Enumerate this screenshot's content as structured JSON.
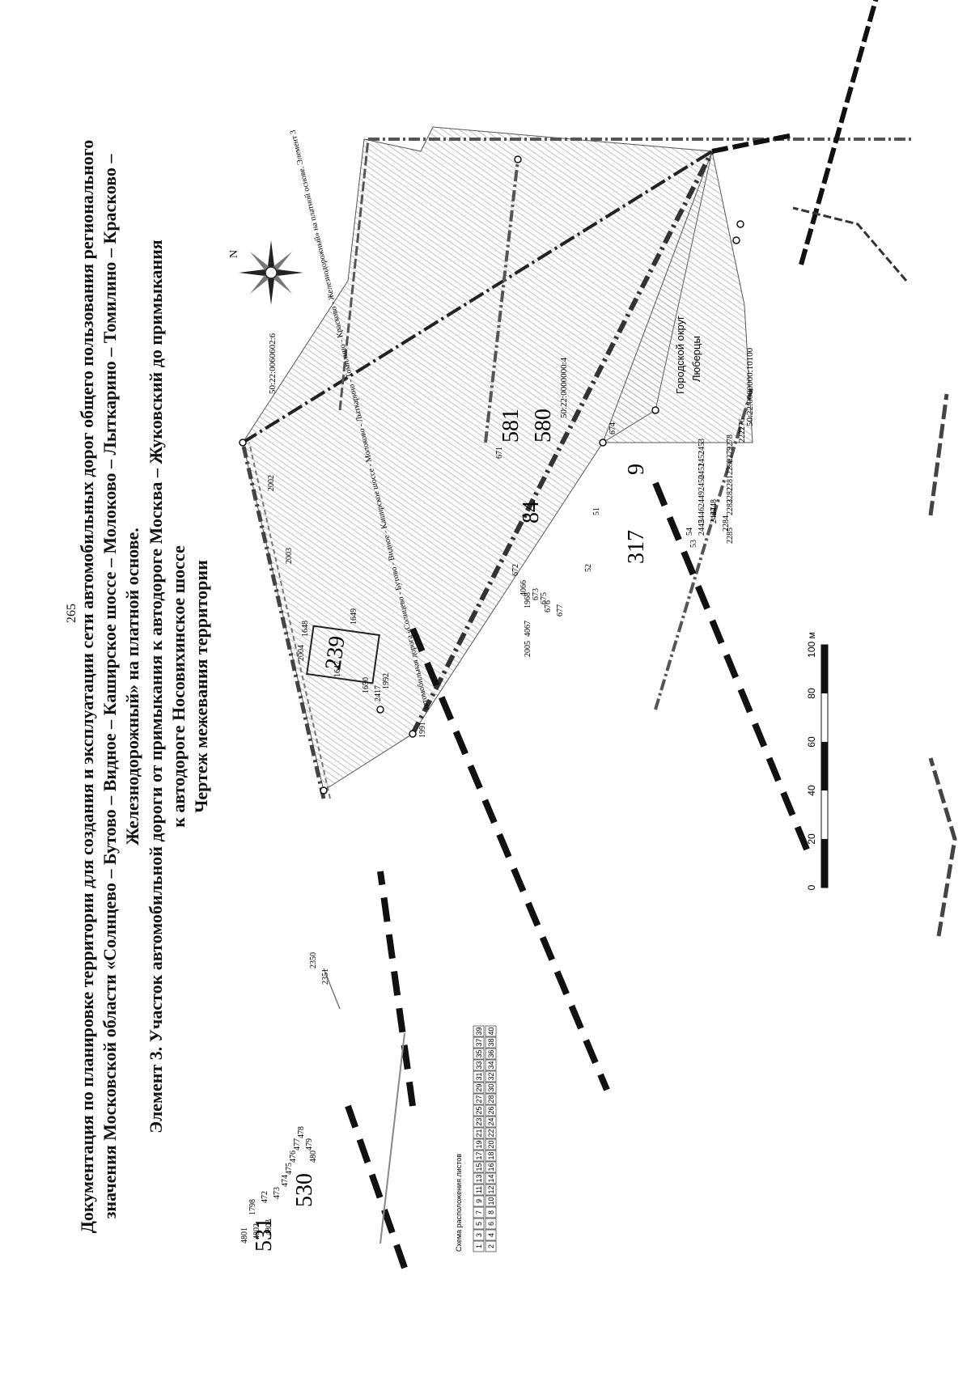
{
  "page_number": "265",
  "header": {
    "line1": "Документация по планировке территории для создания и эксплуатации сети автомобильных дорог общего пользования регионального",
    "line2": "значения Московской области «Солнцево – Бутово – Видное – Каширское шоссе – Молоково – Лыткарино – Томилино – Красково –",
    "line3": "Железнодорожный» на платной основе.",
    "line4": "Элемент 3. Участок автомобильной дороги от примыкания к автодороге Москва – Жуковский до примыкания",
    "line5": "к автодороге Носовихинское шоссе",
    "line6": "Чертеж межевания территории"
  },
  "map": {
    "compass_label": "N",
    "area_numbers": [
      "239",
      "84",
      "9",
      "317",
      "581",
      "580",
      "531",
      "530"
    ],
    "cadastral_codes": [
      "50:22:0060602:6",
      "50:22:0000000:4",
      "50:22:0000000:10100"
    ],
    "road_label": "автомобильная дорога «Солнцево - Бутово - Видное - Каширское шоссе - Молоково - Лыткарино - Томилино - Красково - Железнодорожный» на платной основе. Элемент 3",
    "district_line1": "Городской округ",
    "district_line2": "Люберцы",
    "scale_ticks": [
      "0",
      "20",
      "40",
      "60",
      "80",
      "100 м"
    ],
    "point_labels": [
      "2002",
      "2003",
      "2004",
      "2005",
      "4067",
      "1968",
      "676",
      "677",
      "672",
      "4066",
      "673",
      "675",
      "52",
      "51",
      "53",
      "54",
      "2445",
      "2446",
      "2447",
      "2448",
      "2284",
      "2285",
      "2283",
      "2282",
      "2281",
      "2280",
      "2279",
      "2278",
      "2449",
      "2450",
      "2451",
      "2452",
      "2453",
      "2277",
      "2276",
      "674",
      "671",
      "1647",
      "1648",
      "1649",
      "1650",
      "2417",
      "1992",
      "1991",
      "2350",
      "2351",
      "472",
      "473",
      "474",
      "475",
      "476",
      "477",
      "478",
      "479",
      "480",
      "4801",
      "4802",
      "4803",
      "1798"
    ],
    "index_title": "Схема расположения листов",
    "index_sheets": [
      "1",
      "2",
      "3",
      "4",
      "5",
      "6",
      "7",
      "8",
      "9",
      "10",
      "11",
      "12",
      "13",
      "14",
      "15",
      "16",
      "17",
      "18",
      "19",
      "20",
      "21",
      "22",
      "23",
      "24",
      "25",
      "26",
      "27",
      "28",
      "29",
      "30",
      "31",
      "32",
      "33",
      "34",
      "35",
      "36",
      "37",
      "38",
      "39",
      "40"
    ]
  }
}
